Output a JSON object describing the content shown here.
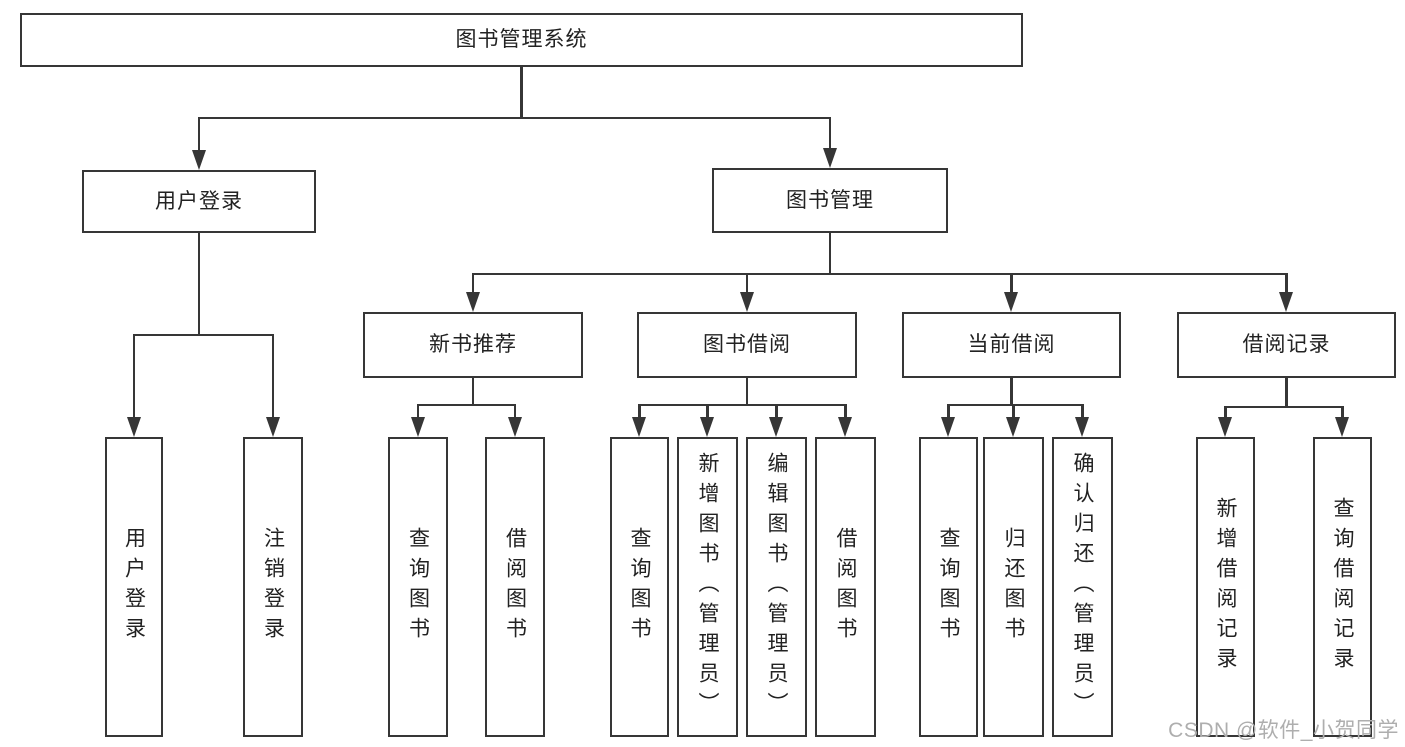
{
  "diagram": {
    "title": "图书管理系统",
    "nodes": [
      {
        "id": "root",
        "label": "图书管理系统",
        "level": 0
      },
      {
        "id": "user-login",
        "label": "用户登录",
        "level": 1
      },
      {
        "id": "book-mgmt",
        "label": "图书管理",
        "level": 1
      },
      {
        "id": "new-book-rec",
        "label": "新书推荐",
        "level": 2
      },
      {
        "id": "book-borrow",
        "label": "图书借阅",
        "level": 2
      },
      {
        "id": "current-borrow",
        "label": "当前借阅",
        "level": 2
      },
      {
        "id": "borrow-records",
        "label": "借阅记录",
        "level": 2
      },
      {
        "id": "leaf-user-login",
        "label": "用户登录",
        "level": 3
      },
      {
        "id": "leaf-logout",
        "label": "注销登录",
        "level": 3
      },
      {
        "id": "leaf-query-book-1",
        "label": "查询图书",
        "level": 3
      },
      {
        "id": "leaf-borrow-book-1",
        "label": "借阅图书",
        "level": 3
      },
      {
        "id": "leaf-query-book-2",
        "label": "查询图书",
        "level": 3
      },
      {
        "id": "leaf-add-book",
        "label": "新增图书（管理员）",
        "level": 3
      },
      {
        "id": "leaf-edit-book",
        "label": "编辑图书（管理员）",
        "level": 3
      },
      {
        "id": "leaf-borrow-book-2",
        "label": "借阅图书",
        "level": 3
      },
      {
        "id": "leaf-query-book-3",
        "label": "查询图书",
        "level": 3
      },
      {
        "id": "leaf-return-book",
        "label": "归还图书",
        "level": 3
      },
      {
        "id": "leaf-confirm-return",
        "label": "确认归还（管理员）",
        "level": 3
      },
      {
        "id": "leaf-add-record",
        "label": "新增借阅记录",
        "level": 3
      },
      {
        "id": "leaf-query-record",
        "label": "查询借阅记录",
        "level": 3
      }
    ],
    "edges": [
      [
        "root",
        "user-login"
      ],
      [
        "root",
        "book-mgmt"
      ],
      [
        "user-login",
        "leaf-user-login"
      ],
      [
        "user-login",
        "leaf-logout"
      ],
      [
        "book-mgmt",
        "new-book-rec"
      ],
      [
        "book-mgmt",
        "book-borrow"
      ],
      [
        "book-mgmt",
        "current-borrow"
      ],
      [
        "book-mgmt",
        "borrow-records"
      ],
      [
        "new-book-rec",
        "leaf-query-book-1"
      ],
      [
        "new-book-rec",
        "leaf-borrow-book-1"
      ],
      [
        "book-borrow",
        "leaf-query-book-2"
      ],
      [
        "book-borrow",
        "leaf-add-book"
      ],
      [
        "book-borrow",
        "leaf-edit-book"
      ],
      [
        "book-borrow",
        "leaf-borrow-book-2"
      ],
      [
        "current-borrow",
        "leaf-query-book-3"
      ],
      [
        "current-borrow",
        "leaf-return-book"
      ],
      [
        "current-borrow",
        "leaf-confirm-return"
      ],
      [
        "borrow-records",
        "leaf-add-record"
      ],
      [
        "borrow-records",
        "leaf-query-record"
      ]
    ],
    "colors": {
      "line": "#363636",
      "box_border": "#363636",
      "box_fill": "#ffffff",
      "text": "#222222",
      "watermark": "#aeaeae"
    }
  },
  "watermark": {
    "text": "CSDN @软件_小贺同学"
  }
}
